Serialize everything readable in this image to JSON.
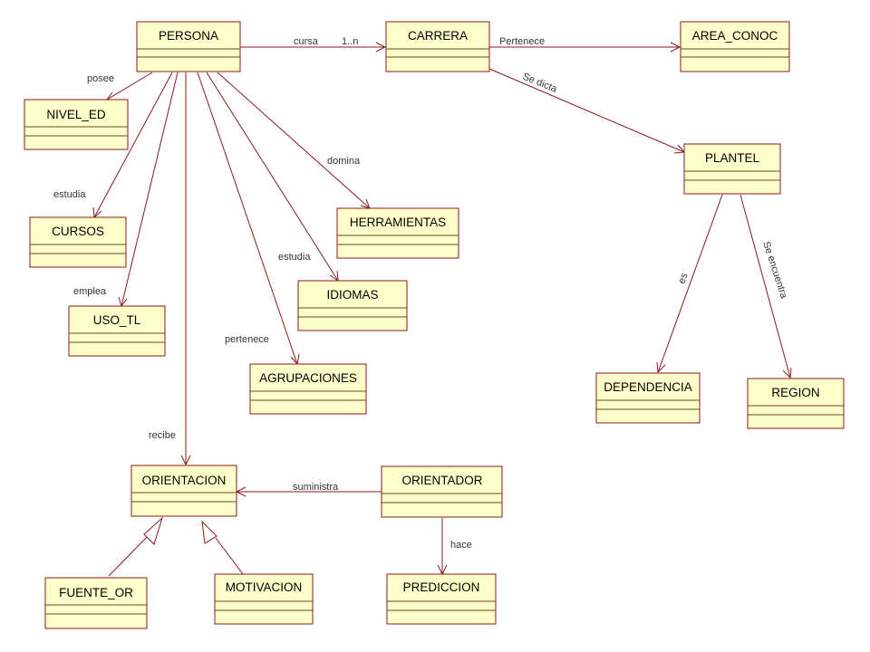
{
  "classes": {
    "persona": "PERSONA",
    "carrera": "CARRERA",
    "area_conoc": "AREA_CONOC",
    "nivel_ed": "NIVEL_ED",
    "plantel": "PLANTEL",
    "herramientas": "HERRAMIENTAS",
    "cursos": "CURSOS",
    "idiomas": "IDIOMAS",
    "uso_tl": "USO_TL",
    "agrupaciones": "AGRUPACIONES",
    "dependencia": "DEPENDENCIA",
    "region": "REGION",
    "orientacion": "ORIENTACION",
    "orientador": "ORIENTADOR",
    "fuente_or": "FUENTE_OR",
    "motivacion": "MOTIVACION",
    "prediccion": "PREDICCION"
  },
  "labels": {
    "cursa": "cursa",
    "multiplicity": "1..n",
    "pertenece_area": "Pertenece",
    "se_dicta": "Se dicta",
    "posee": "posee",
    "domina": "domina",
    "estudia_cursos": "estudia",
    "estudia_idiomas": "estudia",
    "emplea": "emplea",
    "pertenece_agrup": "pertenece",
    "recibe": "recibe",
    "es": "es",
    "se_encuentra": "Se encuentra",
    "suministra": "suministra",
    "hace": "hace"
  },
  "colors": {
    "box_fill": "#ffffcc",
    "box_stroke": "#8b1a1a",
    "edge": "#8b1a1a"
  }
}
